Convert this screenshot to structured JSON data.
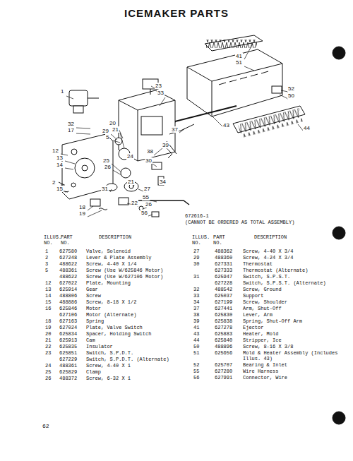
{
  "diagram": {
    "title": "ICEMAKER PARTS",
    "labels": [
      "1",
      "23",
      "41",
      "51",
      "52",
      "50",
      "29",
      "5",
      "33",
      "32",
      "17",
      "20",
      "21",
      "37",
      "43",
      "44",
      "12",
      "13",
      "14",
      "24",
      "38",
      "25",
      "26",
      "30",
      "39",
      "2",
      "15",
      "31",
      "21",
      "34",
      "27",
      "55",
      "18",
      "19",
      "22",
      "26",
      "56",
      "672616-1",
      "(CANNOT BE ORDERED AS TOTAL ASSEMBLY)",
      "ILLUS. NO.",
      "PART NO.",
      "DESCRIPTION",
      "ILLUS. NO.",
      "PART NO.",
      "DESCRIPTION",
      "1",
      "627580",
      "Valve, Solenoid",
      "2",
      "627248",
      "Lever & Plate Assembly",
      "3",
      "488622",
      "Screw, 4-40 X 1/4",
      "5",
      "488361",
      "Screw (Use W/625846 Motor)",
      "488622",
      "Screw (Use W/627106 Motor)",
      "12",
      "627022",
      "Plate, Mounting",
      "13",
      "625914",
      "Gear",
      "14",
      "488806",
      "Screw",
      "15",
      "488886",
      "Screw, 8-18 X 1/2",
      "16",
      "625846",
      "Motor",
      "627106",
      "Motor (Alternate)",
      "18",
      "627163",
      "Spring",
      "19",
      "627024",
      "Plate, Valve Switch",
      "20",
      "625834",
      "Spacer, Holding Switch",
      "21",
      "625913",
      "Cam",
      "22",
      "625835",
      "Insulator",
      "23",
      "625851",
      "Switch, S.P.D.T.",
      "627229",
      "Switch, S.P.D.T. (Alternate)",
      "24",
      "488361",
      "Screw, 4-40 X 1",
      "25",
      "625829",
      "Clamp",
      "26",
      "488372",
      "Screw, 6-32 X 1",
      "27",
      "488362",
      "Screw, 4-40 X 3/4",
      "29",
      "488360",
      "Screw, 4-24 X 3/4",
      "30",
      "627331",
      "Thermostat",
      "627333",
      "Thermostat (Alternate)",
      "31",
      "625947",
      "Switch, S.P.S.T.",
      "627228",
      "Switch, S.P.S.T. (Alternate)",
      "32",
      "488542",
      "Screw, Ground",
      "33",
      "625037",
      "Support",
      "34",
      "627199",
      "Screw, Shoulder",
      "37",
      "627441",
      "Arm, Shut-Off",
      "38",
      "625830",
      "Lever, Arm",
      "39",
      "625838",
      "Spring, Shut-Off Arm",
      "41",
      "627278",
      "Ejector",
      "43",
      "625883",
      "Heater, Mold",
      "44",
      "625840",
      "Stripper, Ice",
      "50",
      "488896",
      "Screw, 8-16 X 3/8",
      "51",
      "625656",
      "Mold & Heater Assembly (Includes Illus. 43)",
      "52",
      "625707",
      "Bearing & Inlet",
      "55",
      "627280",
      "Wire Harness",
      "56",
      "627991",
      "Connector, Wire",
      "62"
    ]
  }
}
